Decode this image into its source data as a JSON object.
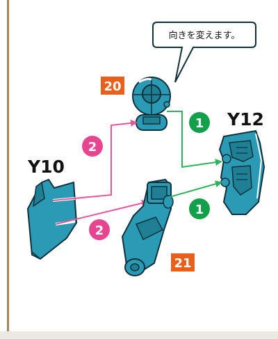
{
  "callout": {
    "text": "向きを変えます。"
  },
  "parts": {
    "part_20": {
      "label": "20"
    },
    "part_21": {
      "label": "21"
    },
    "y10": {
      "label": "Y10"
    },
    "y12": {
      "label": "Y12"
    }
  },
  "steps": {
    "step_1_top": {
      "label": "1"
    },
    "step_1_bottom": {
      "label": "1"
    },
    "step_2_top": {
      "label": "2"
    },
    "step_2_bottom": {
      "label": "2"
    }
  },
  "colors": {
    "part_fill": "#2b9bb5",
    "part_stroke": "#10303a",
    "number_badge": "#e8601c",
    "step_1_green": "#13a04a",
    "step_2_pink": "#e5468f",
    "frame_rule": "#a7875a",
    "arrow_green": "#2eb35c",
    "arrow_pink": "#e6559a"
  }
}
